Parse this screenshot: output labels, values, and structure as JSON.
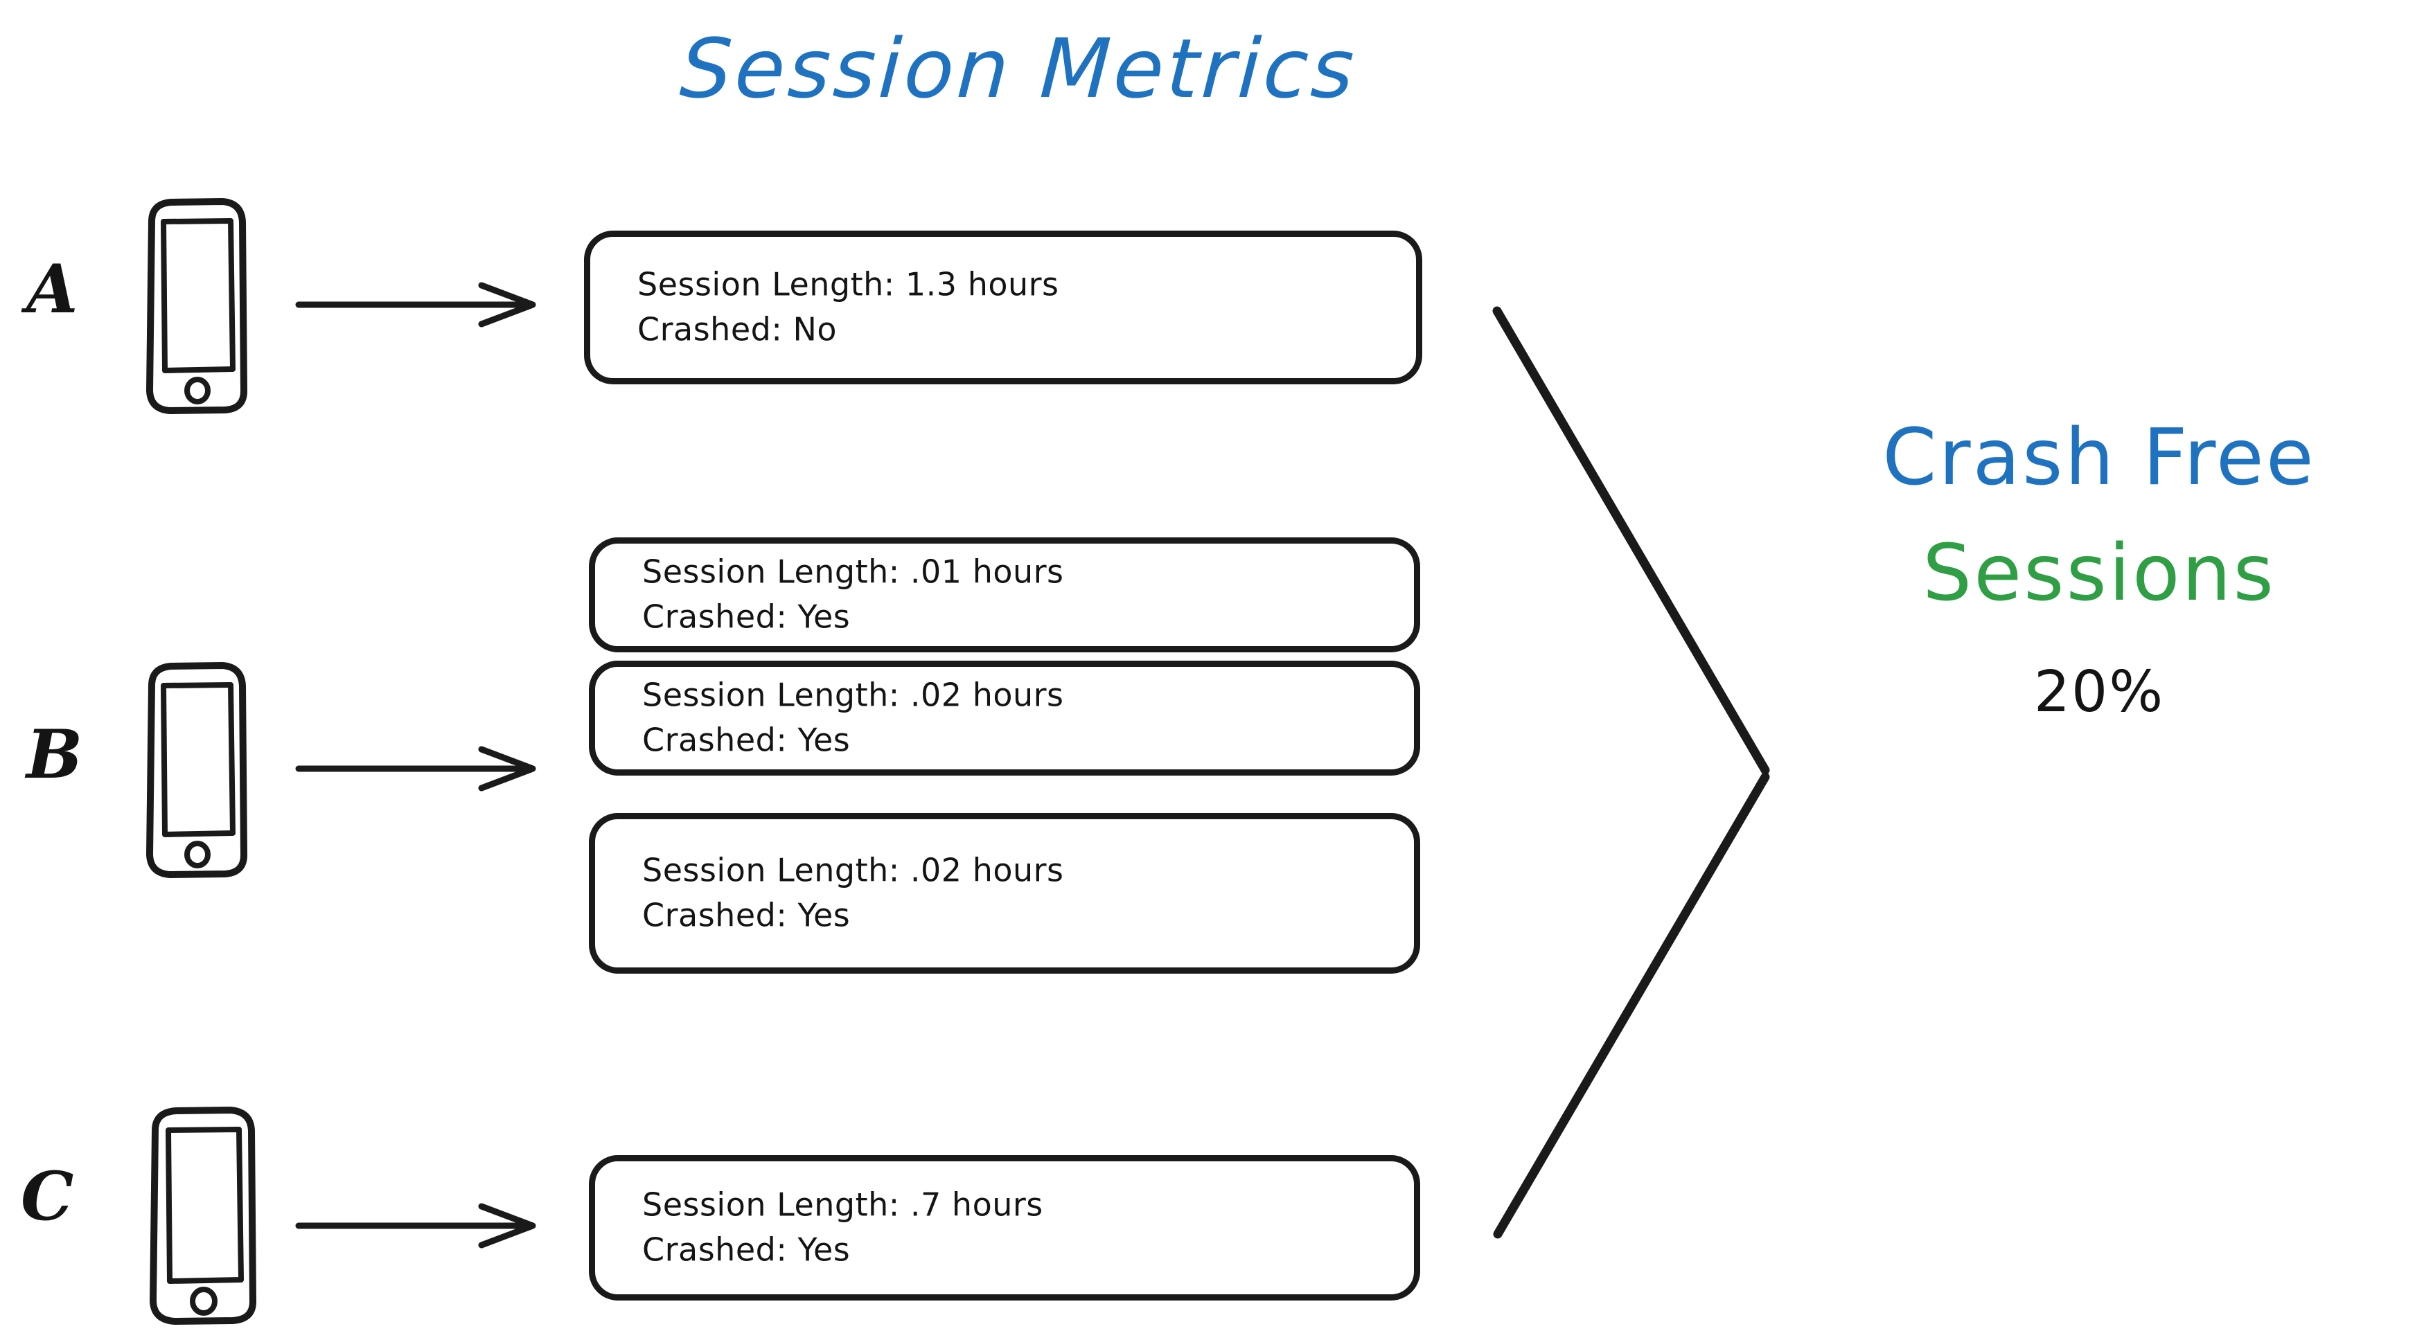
{
  "title": "Session Metrics",
  "colors": {
    "blue": "#1F72C0",
    "green": "#2F9E44",
    "ink": "#141414",
    "background": "#FFFFFF"
  },
  "devices": [
    {
      "label": "A",
      "icon": "smartphone-icon",
      "arrow": "arrow-right-icon",
      "sessions": [
        {
          "length_line": "Session Length: 1.3 hours",
          "crashed_line": "Crashed: No",
          "length": "1.3 hours",
          "crashed": "No"
        }
      ]
    },
    {
      "label": "B",
      "icon": "smartphone-icon",
      "arrow": "arrow-right-icon",
      "sessions": [
        {
          "length_line": "Session Length: .01 hours",
          "crashed_line": "Crashed: Yes",
          "length": ".01 hours",
          "crashed": "Yes"
        },
        {
          "length_line": "Session Length: .02 hours",
          "crashed_line": "Crashed: Yes",
          "length": ".02 hours",
          "crashed": "Yes"
        },
        {
          "length_line": "Session Length: .02 hours",
          "crashed_line": "Crashed: Yes",
          "length": ".02 hours",
          "crashed": "Yes"
        }
      ]
    },
    {
      "label": "C",
      "icon": "smartphone-icon",
      "arrow": "arrow-right-icon",
      "sessions": [
        {
          "length_line": "Session Length: .7 hours",
          "crashed_line": "Crashed: Yes",
          "length": ".7 hours",
          "crashed": "Yes"
        }
      ]
    }
  ],
  "bracket": {
    "icon": "converging-bracket-icon"
  },
  "summary": {
    "line1": "Crash Free",
    "line2": "Sessions",
    "value": "20%"
  }
}
